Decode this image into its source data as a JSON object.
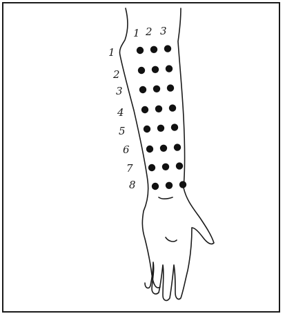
{
  "figure": {
    "description_colors": {
      "ink": "#111111",
      "background": "#ffffff"
    },
    "column_labels": [
      "1",
      "2",
      "3"
    ],
    "row_labels": [
      "1",
      "2",
      "3",
      "4",
      "5",
      "6",
      "7",
      "8"
    ],
    "grid": {
      "rows": 8,
      "columns": 3
    }
  }
}
